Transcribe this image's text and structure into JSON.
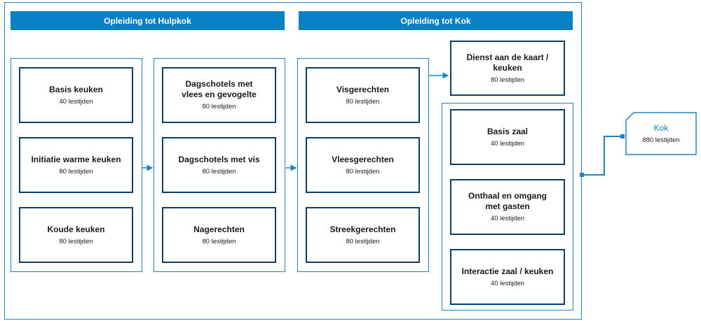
{
  "headers": {
    "hulpkok": "Opleiding tot Hulpkok",
    "kok": "Opleiding tot Kok"
  },
  "column1": [
    {
      "title": "Basis keuken",
      "hours": "40 lestijden"
    },
    {
      "title": "Initiatie warme keuken",
      "hours": "80 lestijden"
    },
    {
      "title": "Koude keuken",
      "hours": "80 lestijden"
    }
  ],
  "column2": [
    {
      "title": "Dagschotels met vlees en gevogelte",
      "hours": "80 lestijden"
    },
    {
      "title": "Dagschotels met vis",
      "hours": "80 lestijden"
    },
    {
      "title": "Nagerechten",
      "hours": "80 lestijden"
    }
  ],
  "column3": [
    {
      "title": "Visgerechten",
      "hours": "80 lestijden"
    },
    {
      "title": "Vleesgerechten",
      "hours": "80 lestijden"
    },
    {
      "title": "Streekgerechten",
      "hours": "80 lestijden"
    }
  ],
  "dienst": {
    "title": "Dienst aan de kaart / keuken",
    "hours": "80 lestijden"
  },
  "column4": [
    {
      "title": "Basis zaal",
      "hours": "40 lestijden"
    },
    {
      "title": "Onthaal en omgang met gasten",
      "hours": "40 lestijden"
    },
    {
      "title": "Interactie zaal / keuken",
      "hours": "40 lestijden"
    }
  ],
  "result": {
    "title": "Kok",
    "hours": "880 lestijden"
  },
  "colors": {
    "accent": "#0a80c4",
    "line": "#1b86c6",
    "card_border": "#0a3f6b"
  }
}
